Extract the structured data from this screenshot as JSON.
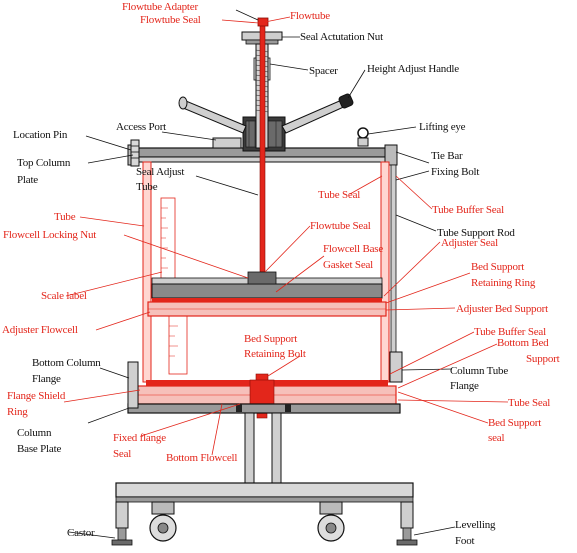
{
  "colors": {
    "background": "#ffffff",
    "outer_frame": "#000000",
    "red_parts": "#e3261b",
    "black_parts": "#111111",
    "steel_fill": "#9a9a9a",
    "steel_light": "#cfcfcf"
  },
  "labels": {
    "flowtube_adapter": "Flowtube Adapter",
    "flowtube_seal_top": "Flowtube Seal",
    "flowtube": "Flowtube",
    "seal_actuation_nut": "Seal Actutation Nut",
    "spacer": "Spacer",
    "height_adjust_handle": "Height Adjust Handle",
    "location_pin": "Location Pin",
    "access_port": "Access Port",
    "lifting_eye": "Lifting eye",
    "top_column_plate_1": "Top Column",
    "top_column_plate_2": "Plate",
    "seal_adjust_tube_1": "Seal Adjust",
    "seal_adjust_tube_2": "Tube",
    "tie_bar_fixing_bolt_1": "Tie Bar",
    "tie_bar_fixing_bolt_2": "Fixing Bolt",
    "tube_seal_top": "Tube Seal",
    "tube_buffer_seal_top": "Tube Buffer Seal",
    "tube": "Tube",
    "flowcell_locking_nut": "Flowcell Locking Nut",
    "flowtube_seal_mid": "Flowtube Seal",
    "tube_support_rod": "Tube Support Rod",
    "flowcell_base_gasket_seal_1": "Flowcell Base",
    "flowcell_base_gasket_seal_2": "Gasket Seal",
    "adjuster_seal": "Adjuster Seal",
    "bed_support_retaining_ring_1": "Bed Support",
    "bed_support_retaining_ring_2": "Retaining Ring",
    "scale_label": "Scale label",
    "adjuster_bed_support": "Adjuster Bed Support",
    "adjuster_flowcell": "Adjuster Flowcell",
    "tube_buffer_seal_bottom": "Tube Buffer Seal",
    "bed_support_retaining_bolt_1": "Bed Support",
    "bed_support_retaining_bolt_2": "Retaining Bolt",
    "bottom_bed_support_1": "Bottom Bed",
    "bottom_bed_support_2": "Support",
    "bottom_column_flange_1": "Bottom Column",
    "bottom_column_flange_2": "Flange",
    "column_tube_flange_1": "Column Tube",
    "column_tube_flange_2": "Flange",
    "flange_shield_ring_1": "Flange Shield",
    "flange_shield_ring_2": "Ring",
    "tube_seal_bottom": "Tube Seal",
    "column_base_plate_1": "Column",
    "column_base_plate_2": "Base Plate",
    "fixed_flange_seal_1": "Fixed flange",
    "fixed_flange_seal_2": "Seal",
    "bottom_flowcell": "Bottom Flowcell",
    "bed_support_seal_1": "Bed Support",
    "bed_support_seal_2": "seal",
    "castor": "Castor",
    "levelling_foot_1": "Levelling",
    "levelling_foot_2": "Foot"
  }
}
